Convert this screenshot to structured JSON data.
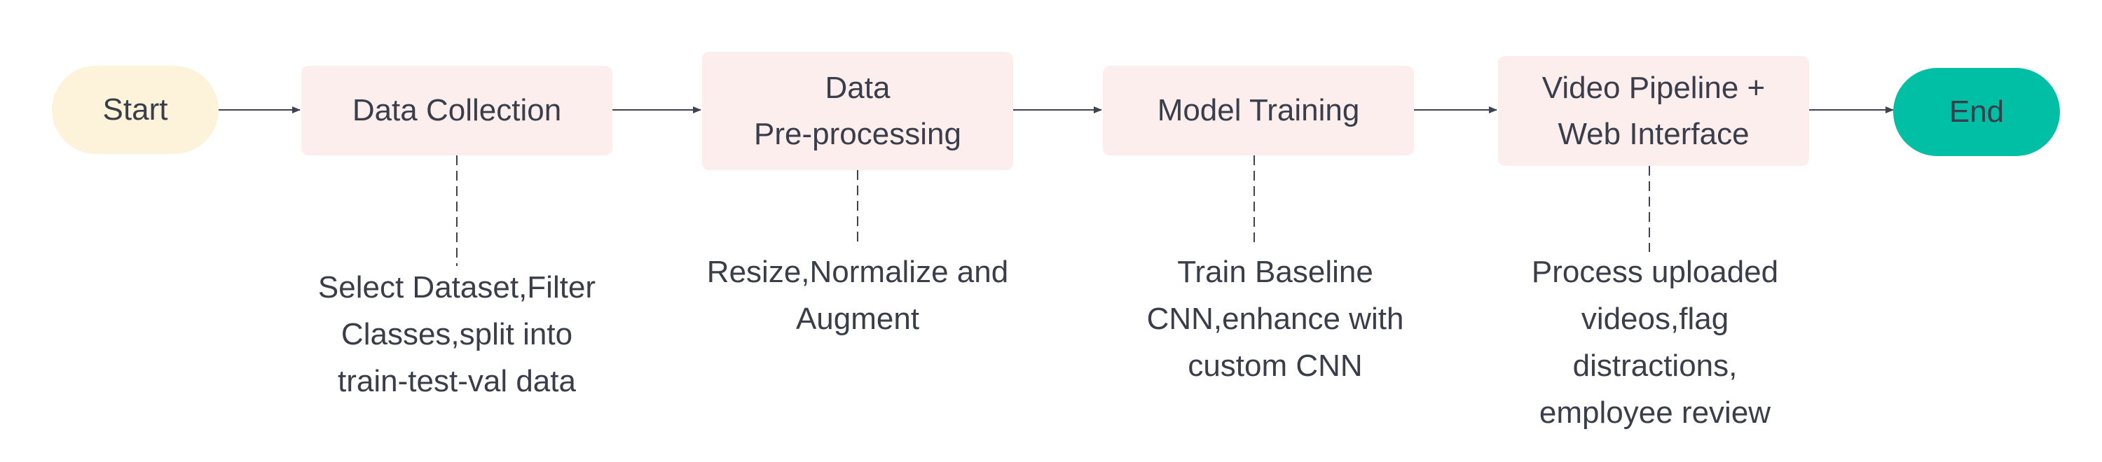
{
  "nodes": {
    "start": {
      "label": "Start",
      "color": "#fdf3da"
    },
    "collection": {
      "label": "Data Collection"
    },
    "preprocess": {
      "line1": "Data",
      "line2": "Pre-processing"
    },
    "training": {
      "label": "Model Training"
    },
    "video": {
      "line1": "Video Pipeline +",
      "line2": "Web Interface"
    },
    "end": {
      "label": "End",
      "color": "#00bfa5"
    }
  },
  "notes": {
    "collection": [
      "Select Dataset,Filter",
      "Classes,split into",
      "train-test-val data"
    ],
    "preprocess": [
      "Resize,Normalize and",
      "Augment"
    ],
    "training": [
      "Train Baseline",
      "CNN,enhance with",
      "custom CNN"
    ],
    "video": [
      "Process uploaded",
      "videos,flag",
      "distractions,",
      "employee review"
    ]
  },
  "colors": {
    "process_fill": "#fdeeee",
    "edge": "#3f4250",
    "text": "#3a3d4a"
  }
}
